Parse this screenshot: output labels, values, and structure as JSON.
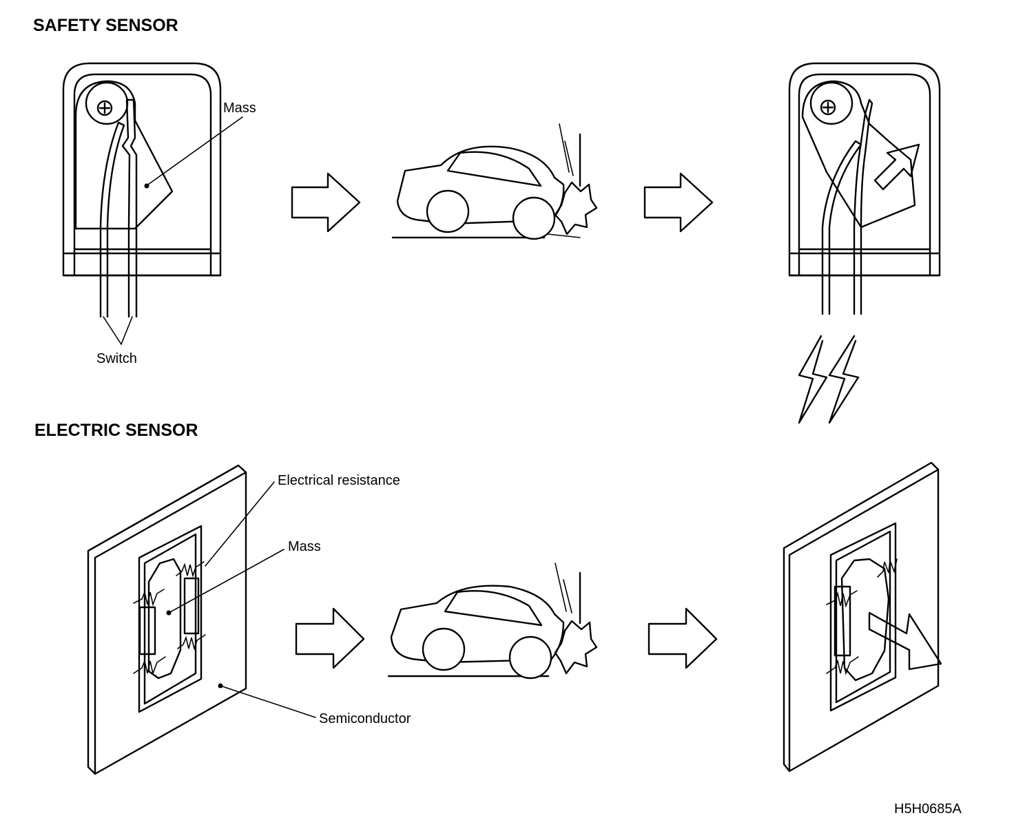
{
  "safety_sensor": {
    "title": "SAFETY SENSOR",
    "label_mass": "Mass",
    "label_switch": "Switch"
  },
  "electric_sensor": {
    "title": "ELECTRIC SENSOR",
    "label_electrical_resistance": "Electrical resistance",
    "label_mass": "Mass",
    "label_semiconductor": "Semiconductor"
  },
  "figure_code": "H5H0685A"
}
